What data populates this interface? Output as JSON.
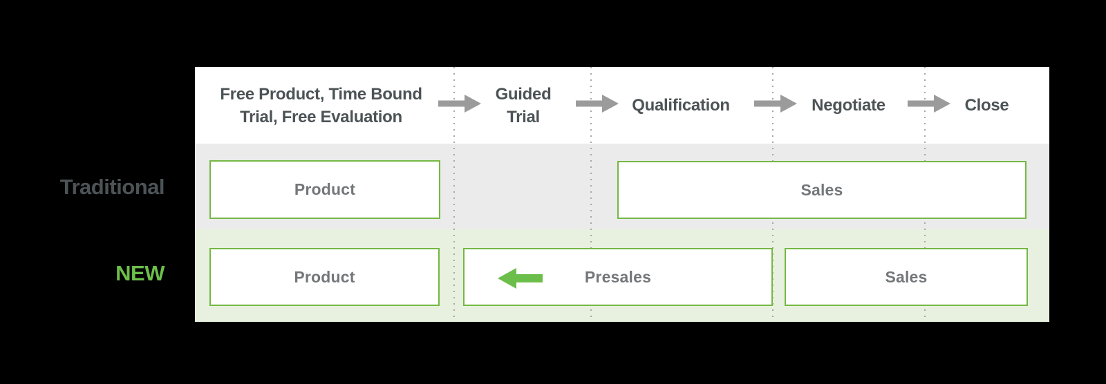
{
  "header": {
    "stages": [
      {
        "line1": "Free Product, Time Bound",
        "line2": "Trial, Free Evaluation"
      },
      {
        "line1": "Guided",
        "line2": "Trial"
      },
      {
        "line1": "Qualification"
      },
      {
        "line1": "Negotiate"
      },
      {
        "line1": "Close"
      }
    ]
  },
  "rows": {
    "traditional": {
      "label": "Traditional",
      "product_label": "Product",
      "sales_label": "Sales"
    },
    "new": {
      "label": "NEW",
      "product_label": "Product",
      "presales_label": "Presales",
      "sales_label": "Sales"
    }
  },
  "icons": {
    "flow_arrow": "right-arrow-icon",
    "presales_arrow": "left-arrow-icon"
  },
  "colors": {
    "background": "#000000",
    "panel": "#ffffff",
    "traditional_band": "#ebebeb",
    "new_band": "#e8f1df",
    "box_border_green": "#74b843",
    "accent_green": "#6cbe4a",
    "header_text": "#4c5356",
    "box_text": "#747779",
    "flow_arrow_gray": "#9b9b9b",
    "dotted_line": "#a6a6a6"
  }
}
